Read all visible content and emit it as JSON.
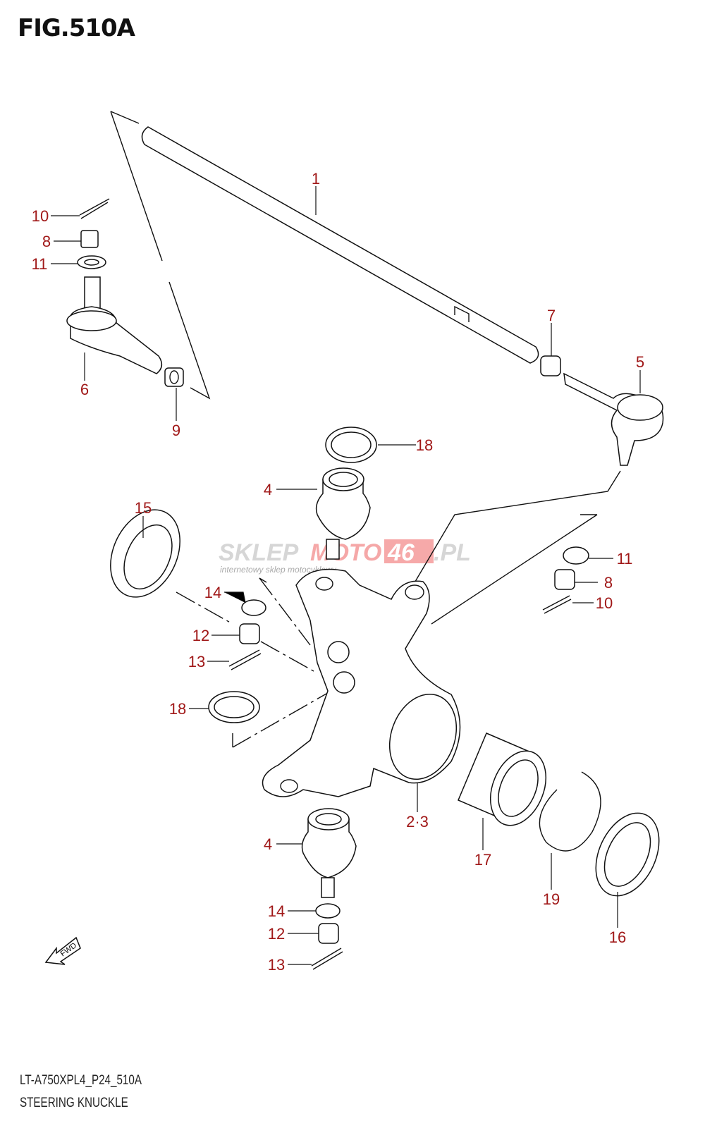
{
  "title": "FIG.510A",
  "model_code": "LT-A750XPL4_P24_510A",
  "section_name": "STEERING KNUCKLE",
  "watermark": {
    "text_a": "SKLEP",
    "text_b": "MOTO",
    "text_c": "46",
    "text_d": ".PL",
    "tagline": "internetowy sklep motocyklowy"
  },
  "fwd_label": "FWD",
  "callouts": [
    "1",
    "7",
    "5",
    "10",
    "8",
    "11",
    "6",
    "9",
    "18",
    "4",
    "15",
    "11",
    "8",
    "10",
    "14",
    "12",
    "13",
    "18",
    "2·3",
    "4",
    "17",
    "19",
    "16",
    "14",
    "12",
    "13"
  ],
  "colors": {
    "callout": "#a01818",
    "line": "#111111"
  }
}
